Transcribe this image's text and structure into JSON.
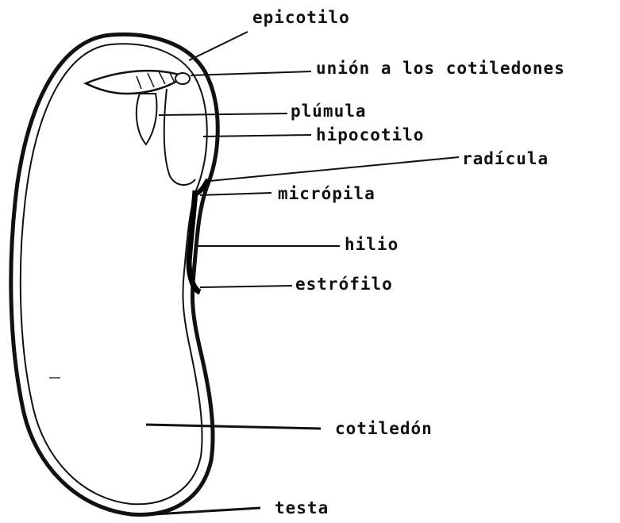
{
  "labels": {
    "epicotilo": "epicotilo",
    "union": "unión a los cotiledones",
    "plumula": "plúmula",
    "hipocotilo": "hipocotilo",
    "radicula": "radícula",
    "micropila": "micrópila",
    "hilio": "hilio",
    "estrofilo": "estrófilo",
    "cotiledon": "cotiledón",
    "testa": "testa"
  }
}
